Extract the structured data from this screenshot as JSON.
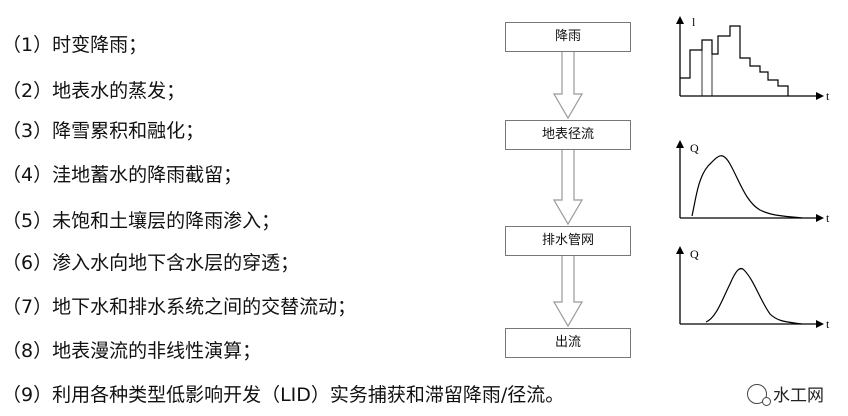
{
  "list": [
    "（1）时变降雨；",
    "（2）地表水的蒸发；",
    "（3）降雪累积和融化；",
    "（4）洼地蓄水的降雨截留；",
    "（5）未饱和土壤层的降雨渗入；",
    "（6）渗入水向地下含水层的穿透；",
    "（7）地下水和排水系统之间的交替流动；",
    "（8）地表漫流的非线性演算；",
    "（9）利用各种类型低影响开发（LID）实务捕获和滞留降雨/径流。"
  ],
  "flow": [
    "降雨",
    "地表径流",
    "排水管网",
    "出流"
  ],
  "graphs": [
    {
      "ylabel": "l",
      "xlabel": "t",
      "type": "hyetograph"
    },
    {
      "ylabel": "Q",
      "xlabel": "t",
      "type": "hydrograph"
    },
    {
      "ylabel": "Q",
      "xlabel": "t",
      "type": "hydrograph"
    }
  ],
  "watermark": "水工网"
}
